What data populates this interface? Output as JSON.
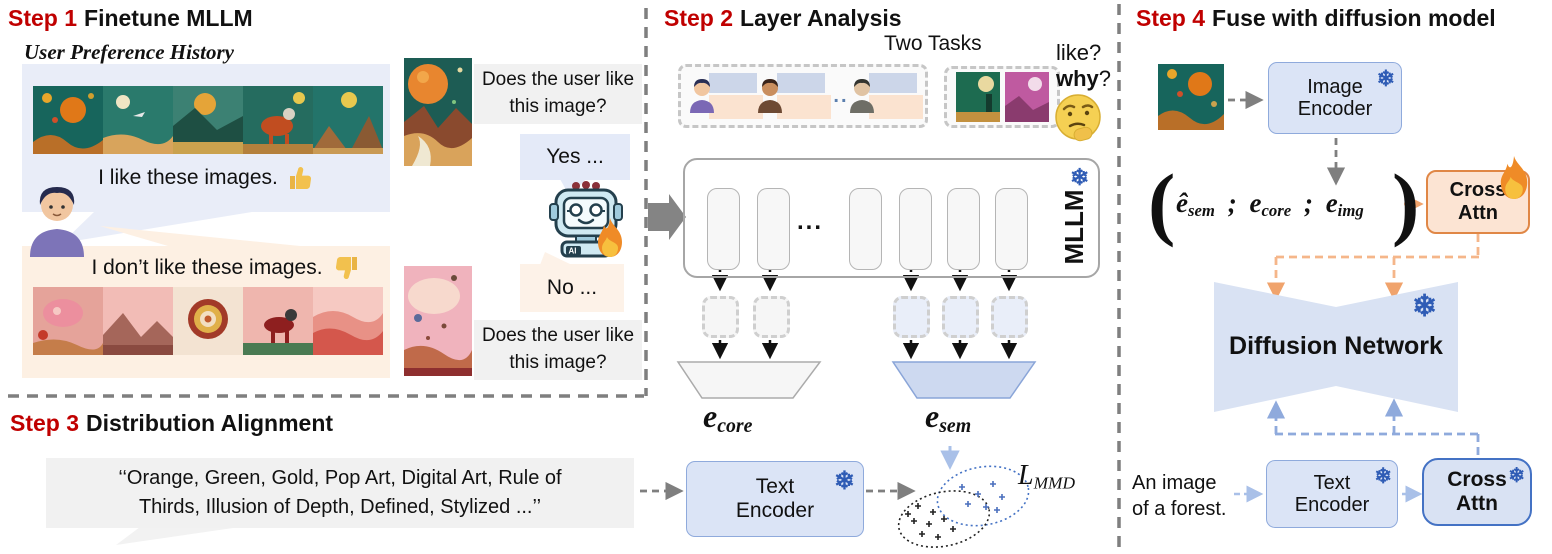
{
  "colors": {
    "step_red": "#c00000",
    "panel_blue": "#e9edf8",
    "panel_peach": "#fdf0e3",
    "encoder_fill": "#dbe4f6",
    "encoder_border": "#8faadc",
    "cross_attn_orange_fill": "#fce4d3",
    "cross_attn_orange_border": "#e08746",
    "cross_attn_blue_border": "#4472c4",
    "diffusion_fill": "#d9e2f3",
    "snowflake_blue": "#2f5cb5",
    "orange_dash": "#f5b68a",
    "blue_dash": "#8faadc"
  },
  "s1": {
    "label": "Step 1",
    "title": "Finetune MLLM",
    "history": "User Preference History",
    "like": "I like these images.",
    "dislike": "I don’t like these images.",
    "q1": "Does the user like this image?",
    "yes": "Yes ...",
    "no": "No ...",
    "q2": "Does the user like this image?"
  },
  "s2": {
    "label": "Step 2",
    "title": "Layer Analysis",
    "two_tasks": "Two Tasks",
    "dots": "...",
    "like": "like?",
    "why": "why",
    "qmark": "?",
    "mllm": "MLLM",
    "e": "e",
    "core": "core",
    "sem": "sem",
    "L": "L",
    "mmd": "MMD"
  },
  "s3": {
    "label": "Step 3",
    "title": "Distribution Alignment",
    "quote1": "‘‘Orange, Green, Gold, Pop Art, Digital Art, Rule of",
    "quote2": "Thirds, Illusion of Depth, Defined, Stylized ...’’",
    "enc1": "Text",
    "enc2": "Encoder"
  },
  "s4": {
    "label": "Step 4",
    "title": "Fuse with diffusion model",
    "img_enc1": "Image",
    "img_enc2": "Encoder",
    "paren_open": "(",
    "paren_close": ")",
    "e_hat": "ê",
    "sub_sem": "sem",
    "semi": ";",
    "e": "e",
    "sub_core": "core",
    "sub_img": "img",
    "cross1": "Cross",
    "cross2": "Attn",
    "diffusion": "Diffusion Network",
    "prompt1": "An image",
    "prompt2": "of a forest.",
    "txt_enc1": "Text",
    "txt_enc2": "Encoder",
    "crossb1": "Cross",
    "crossb2": "Attn"
  },
  "icons": {
    "snowflake": "❄",
    "robot_tag": "AI"
  }
}
